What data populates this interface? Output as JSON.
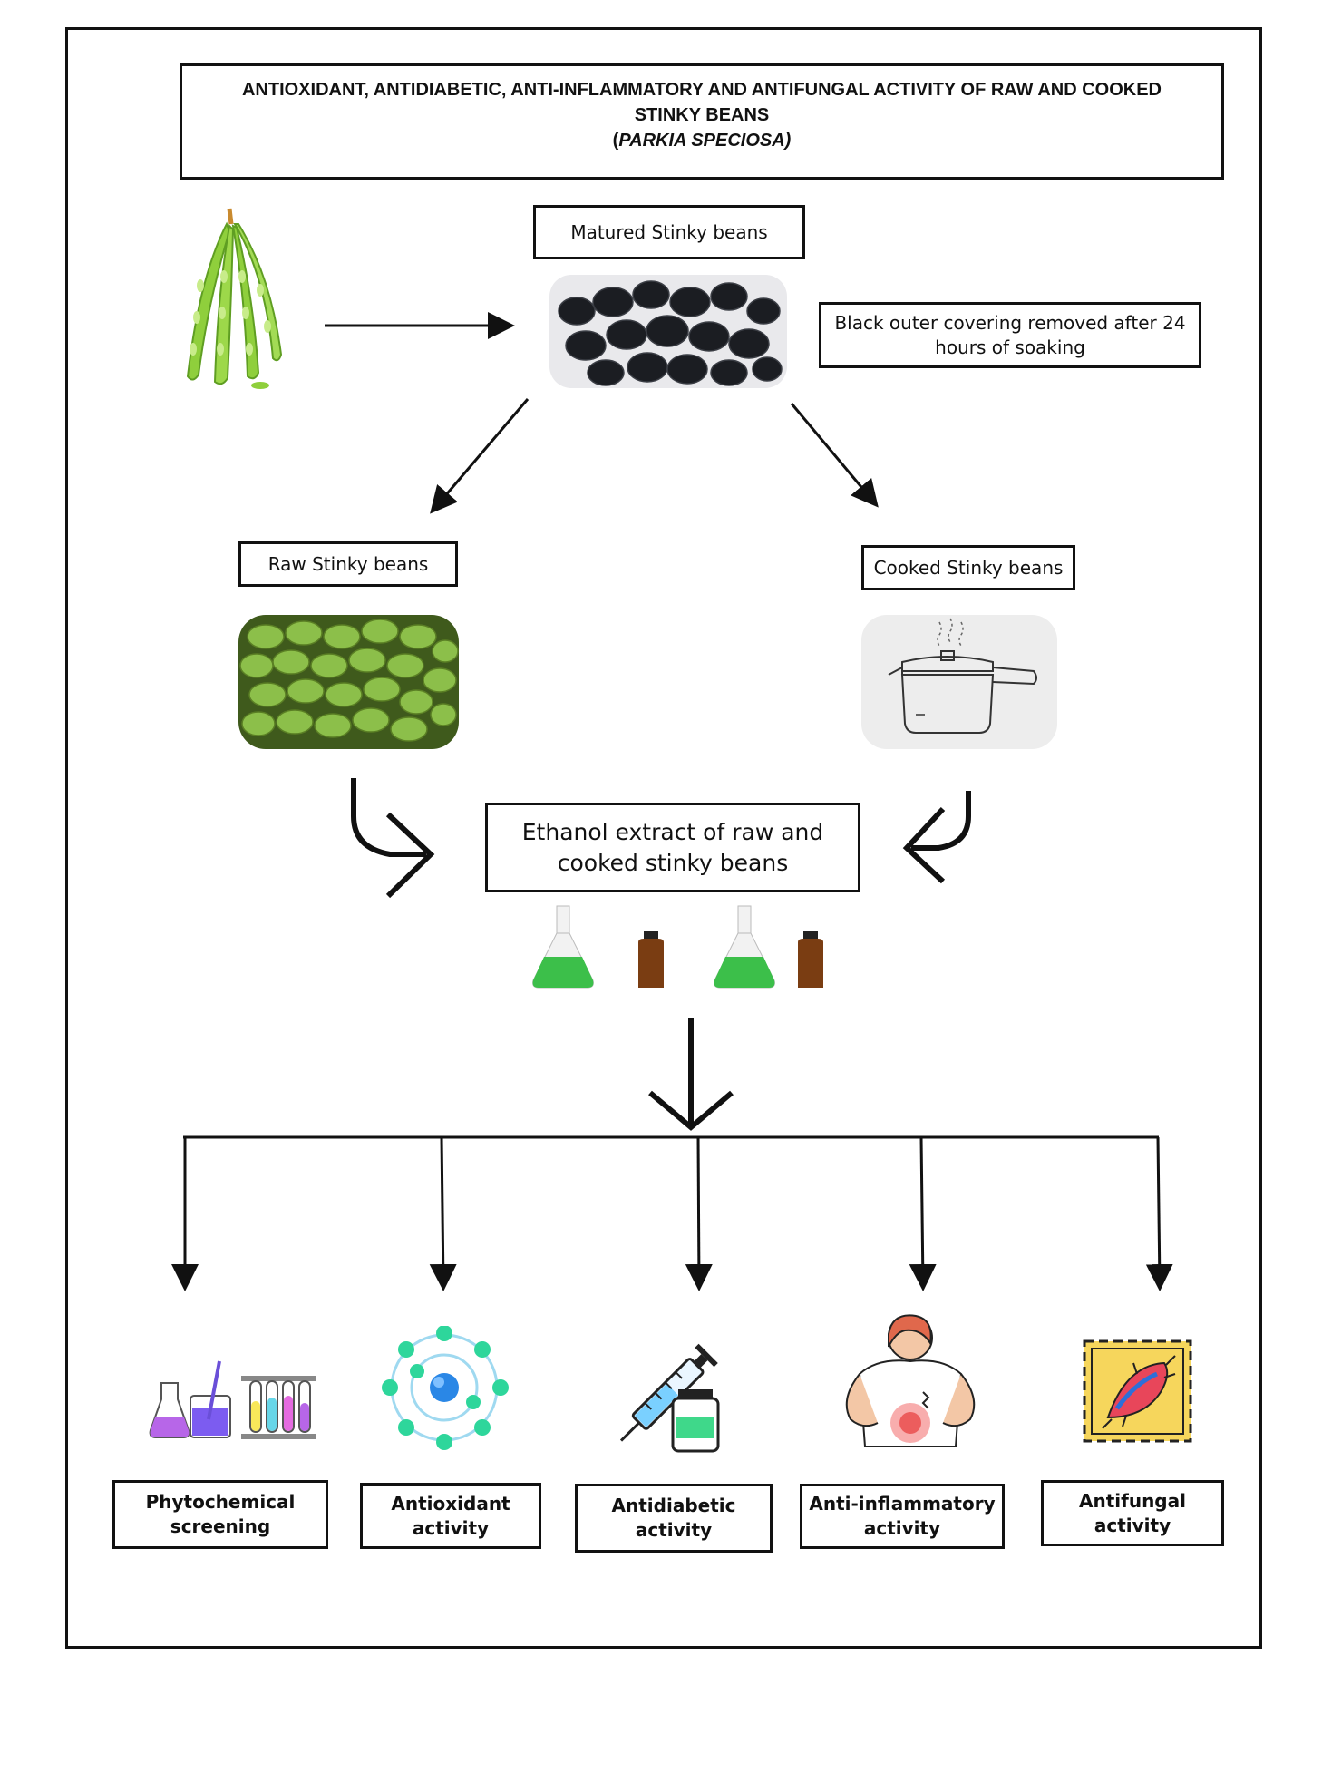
{
  "title": {
    "line1": "ANTIOXIDANT, ANTIDIABETIC, ANTI-INFLAMMATORY AND ANTIFUNGAL ACTIVITY OF RAW AND COOKED",
    "line2": "STINKY BEANS",
    "line3_open": "(",
    "line3_italic": "PARKIA SPECIOSA)"
  },
  "matured": "Matured Stinky beans",
  "soaking": "Black outer covering removed after 24 hours of soaking",
  "raw": "Raw Stinky beans",
  "cooked": "Cooked Stinky beans",
  "ethanol": "Ethanol extract of raw and cooked stinky beans",
  "activities": [
    {
      "label": "Phytochemical screening",
      "icon": "lab-glassware-icon"
    },
    {
      "label": "Antioxidant activity",
      "icon": "atom-icon"
    },
    {
      "label": "Antidiabetic activity",
      "icon": "insulin-syringe-icon"
    },
    {
      "label": "Anti-inflammatory activity",
      "icon": "back-pain-icon"
    },
    {
      "label": "Antifungal activity",
      "icon": "fungus-stamp-icon"
    }
  ],
  "colors": {
    "pod_green": "#8fcf3c",
    "bean_black": "#1b1d22",
    "raw_bean": "#8cbf4a",
    "extract_green": "#3cbf4a",
    "amber": "#7a3d12"
  }
}
